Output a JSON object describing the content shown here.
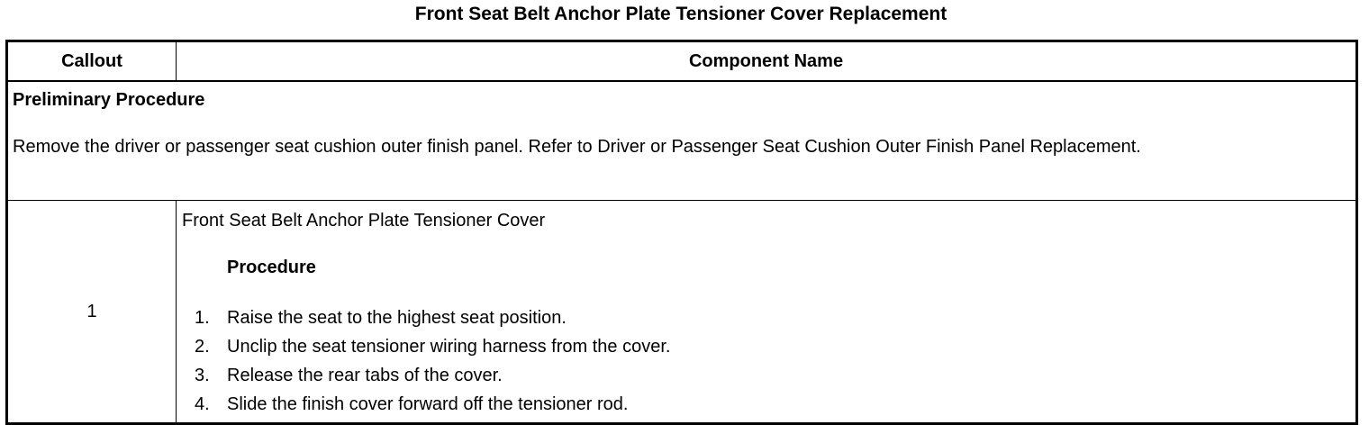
{
  "document": {
    "title": "Front Seat Belt Anchor Plate Tensioner Cover Replacement"
  },
  "table": {
    "headers": {
      "callout": "Callout",
      "component": "Component Name"
    },
    "preliminary": {
      "heading": "Preliminary Procedure",
      "text": "Remove the driver or passenger seat cushion outer finish panel. Refer to Driver or Passenger Seat Cushion Outer Finish Panel Replacement."
    },
    "rows": [
      {
        "callout": "1",
        "component_name": "Front Seat Belt Anchor Plate Tensioner Cover",
        "procedure_heading": "Procedure",
        "steps": [
          {
            "num": "1.",
            "text": "Raise the seat to the highest seat position."
          },
          {
            "num": "2.",
            "text": "Unclip the seat tensioner wiring harness from the cover."
          },
          {
            "num": "3.",
            "text": "Release the rear tabs of the cover."
          },
          {
            "num": "4.",
            "text": "Slide the finish cover forward off the tensioner rod."
          }
        ]
      }
    ]
  }
}
